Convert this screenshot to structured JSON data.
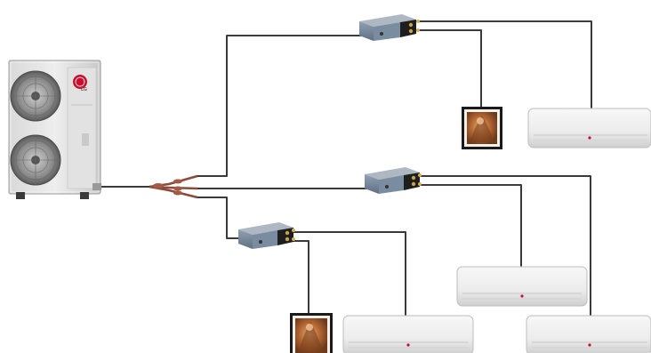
{
  "diagram": {
    "outdoor_unit": {
      "brand": "LG",
      "fans": 2
    },
    "branch_boxes": 3,
    "indoor_units": {
      "wall_mounted": 4,
      "art_cool_picture_frame": 2
    },
    "colors": {
      "line": "#3a3a3a",
      "brand": "#c8102e",
      "panel": "#ededed"
    }
  }
}
